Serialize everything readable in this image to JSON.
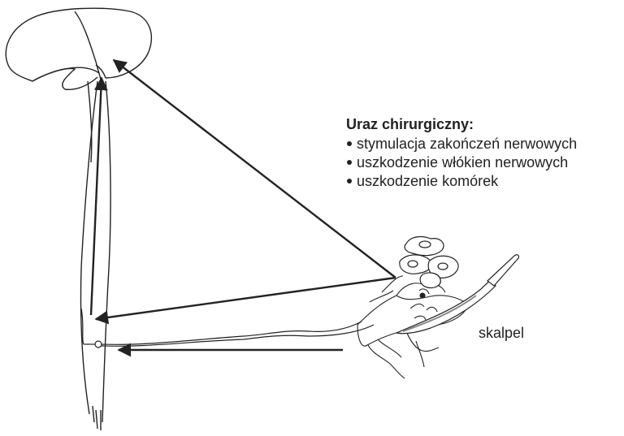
{
  "title": "Uraz chirurgiczny:",
  "items": [
    "stymulacja zakończeń nerwowych",
    "uszkodzenie włókien nerwowych",
    "uszkodzenie komórek"
  ],
  "scalpel_label": "skalpel",
  "colors": {
    "ink": "#222222",
    "background": "#ffffff"
  }
}
